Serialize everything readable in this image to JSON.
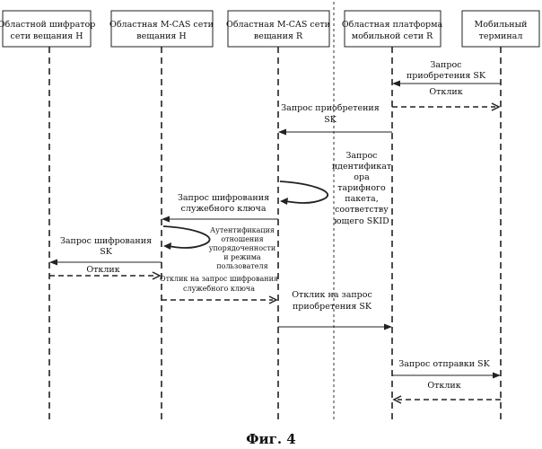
{
  "figure_caption": "Фиг. 4",
  "participants": [
    {
      "line1": "Областной шифратор",
      "line2": "сети вещания H"
    },
    {
      "line1": "Областная M-CAS сети",
      "line2": "вещания H"
    },
    {
      "line1": "Областная M-CAS сети",
      "line2": "вещания R"
    },
    {
      "line1": "Областная платформа",
      "line2": "мобильной сети R"
    },
    {
      "line1": "Мобильный",
      "line2": "терминал"
    }
  ],
  "messages": {
    "m1": [
      "Запрос",
      "приобретения SK"
    ],
    "m2": [
      "Отклик"
    ],
    "m3": [
      "Запрос приобретения",
      "SK"
    ],
    "m4": [
      "Запрос шифрования",
      "служебного ключа"
    ],
    "m5": [
      "Запрос шифрования",
      "SK"
    ],
    "m6": [
      "Отклик"
    ],
    "m7": [
      "Отклик на запрос шифрования",
      "служебного ключа"
    ],
    "m8": [
      "Отклик на запрос",
      "приобретения SK"
    ],
    "m9": [
      "Запрос отправки SK"
    ],
    "m10": [
      "Отклик"
    ]
  },
  "notes": {
    "identify": [
      "Запрос",
      "идентификат",
      "ора",
      "тарифного",
      "пакета,",
      "соответству",
      "ющего SKID"
    ],
    "auth": [
      "Аутентификация",
      "отношения",
      "упорядоченности",
      "и режима",
      "пользователя"
    ]
  }
}
